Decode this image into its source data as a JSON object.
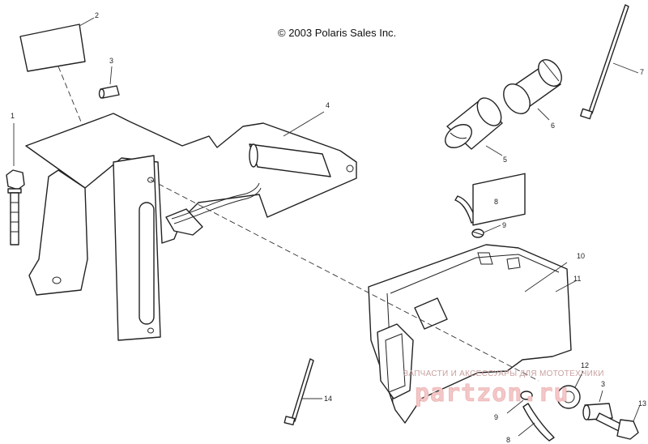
{
  "copyright": "© 2003 Polaris Sales Inc.",
  "callouts": {
    "c1": "1",
    "c2": "2",
    "c3a": "3",
    "c3b": "3",
    "c4": "4",
    "c5": "5",
    "c6": "6",
    "c7": "7",
    "c8a": "8",
    "c8b": "8",
    "c9a": "9",
    "c9b": "9",
    "c10": "10",
    "c11": "11",
    "c12": "12",
    "c13": "13",
    "c14": "14"
  },
  "watermark": {
    "tagline": "ЗАПЧАСТИ И АКСЕССУАРЫ ДЛЯ МОТОТЕХНИКИ",
    "site": "partzon.ru"
  }
}
